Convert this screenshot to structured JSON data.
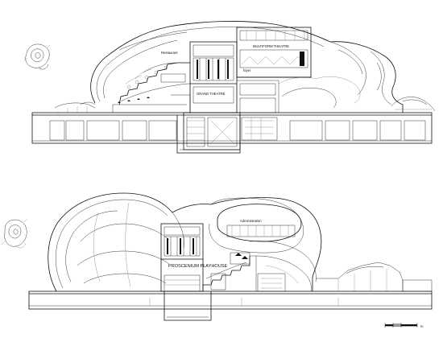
{
  "section_top": {
    "labels": {
      "restaurant": "Restaurant",
      "multiform_theatre": "MULTIFORM THEATRE",
      "grand_theatre": "GRAND THEATRE",
      "foyer": "foyer"
    }
  },
  "section_bottom": {
    "labels": {
      "administration": "Administration",
      "proscenium_playhouse": "PROSCENIUM PLAYHOUSE"
    }
  },
  "scale_bar": {
    "label": "m"
  },
  "icons": [
    "site-plan-key-icon-top",
    "site-plan-key-icon-bottom",
    "scale-bar-icon"
  ],
  "colors": {
    "line": "#111111",
    "background": "#ffffff"
  }
}
